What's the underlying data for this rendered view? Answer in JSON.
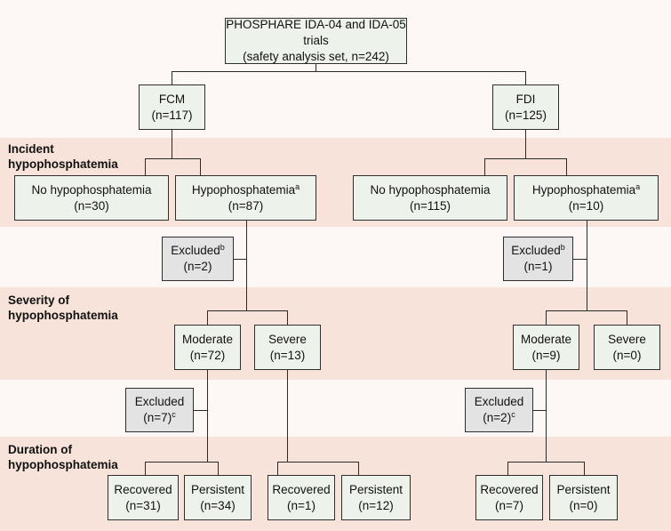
{
  "sections": {
    "incident": "Incident\nhypophosphatemia",
    "severity": "Severity of\nhypophosphatemia",
    "duration": "Duration of\nhypophosphatemia"
  },
  "top": {
    "line1": "PHOSPHARE IDA-04 and IDA-05 trials",
    "line2": "(safety analysis set, n=242)"
  },
  "fcm": {
    "arm": {
      "line1": "FCM",
      "line2": "(n=117)"
    },
    "no_hypo": {
      "line1": "No hypophosphatemia",
      "line2": "(n=30)"
    },
    "hypo": {
      "line1": "Hypophosphatemia",
      "sup": "a",
      "line2": "(n=87)"
    },
    "excluded1": {
      "line1": "Excluded",
      "sup": "b",
      "line2": "(n=2)"
    },
    "moderate": {
      "line1": "Moderate",
      "line2": "(n=72)"
    },
    "severe": {
      "line1": "Severe",
      "line2": "(n=13)"
    },
    "excluded2": {
      "line1": "Excluded",
      "line2": "(n=7)",
      "sup": "c"
    },
    "mod_recovered": {
      "line1": "Recovered",
      "line2": "(n=31)"
    },
    "mod_persistent": {
      "line1": "Persistent",
      "line2": "(n=34)"
    },
    "sev_recovered": {
      "line1": "Recovered",
      "line2": "(n=1)"
    },
    "sev_persistent": {
      "line1": "Persistent",
      "line2": "(n=12)"
    }
  },
  "fdi": {
    "arm": {
      "line1": "FDI",
      "line2": "(n=125)"
    },
    "no_hypo": {
      "line1": "No hypophosphatemia",
      "line2": "(n=115)"
    },
    "hypo": {
      "line1": "Hypophosphatemia",
      "sup": "a",
      "line2": "(n=10)"
    },
    "excluded1": {
      "line1": "Excluded",
      "sup": "b",
      "line2": "(n=1)"
    },
    "moderate": {
      "line1": "Moderate",
      "line2": "(n=9)"
    },
    "severe": {
      "line1": "Severe",
      "line2": "(n=0)"
    },
    "excluded2": {
      "line1": "Excluded",
      "line2": "(n=2)",
      "sup": "c"
    },
    "mod_recovered": {
      "line1": "Recovered",
      "line2": "(n=7)"
    },
    "mod_persistent": {
      "line1": "Persistent",
      "line2": "(n=0)"
    }
  }
}
